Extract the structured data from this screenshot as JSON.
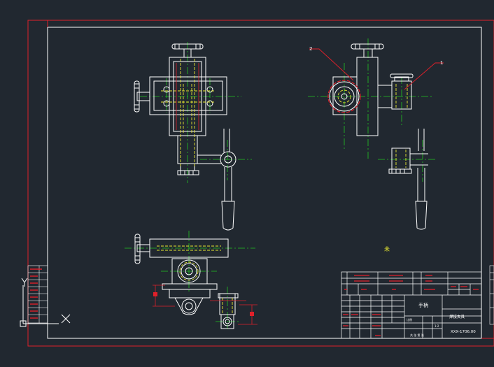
{
  "viewport": {
    "background": "#212830"
  },
  "colors": {
    "frame": "#e0202a",
    "border": "#ffffff",
    "part": "#ffffff",
    "center": "#22c522",
    "hidden": "#e8e830",
    "dim": "#e03030"
  },
  "callouts": {
    "left": "2",
    "right": "1"
  },
  "note_mark": "未",
  "title_block": {
    "part_name": "手柄",
    "product_name": "焊接夹具",
    "drawing_no": "XXX-1706.00",
    "scale_label": "比例",
    "scale_value": "1:2",
    "sheet_label": "共 张 第 张"
  },
  "ucs": {
    "y_label": "Y",
    "x_label": "X"
  },
  "icons": {
    "ucs": "ucs-axes-icon",
    "x_mark": "x-cross-icon"
  }
}
